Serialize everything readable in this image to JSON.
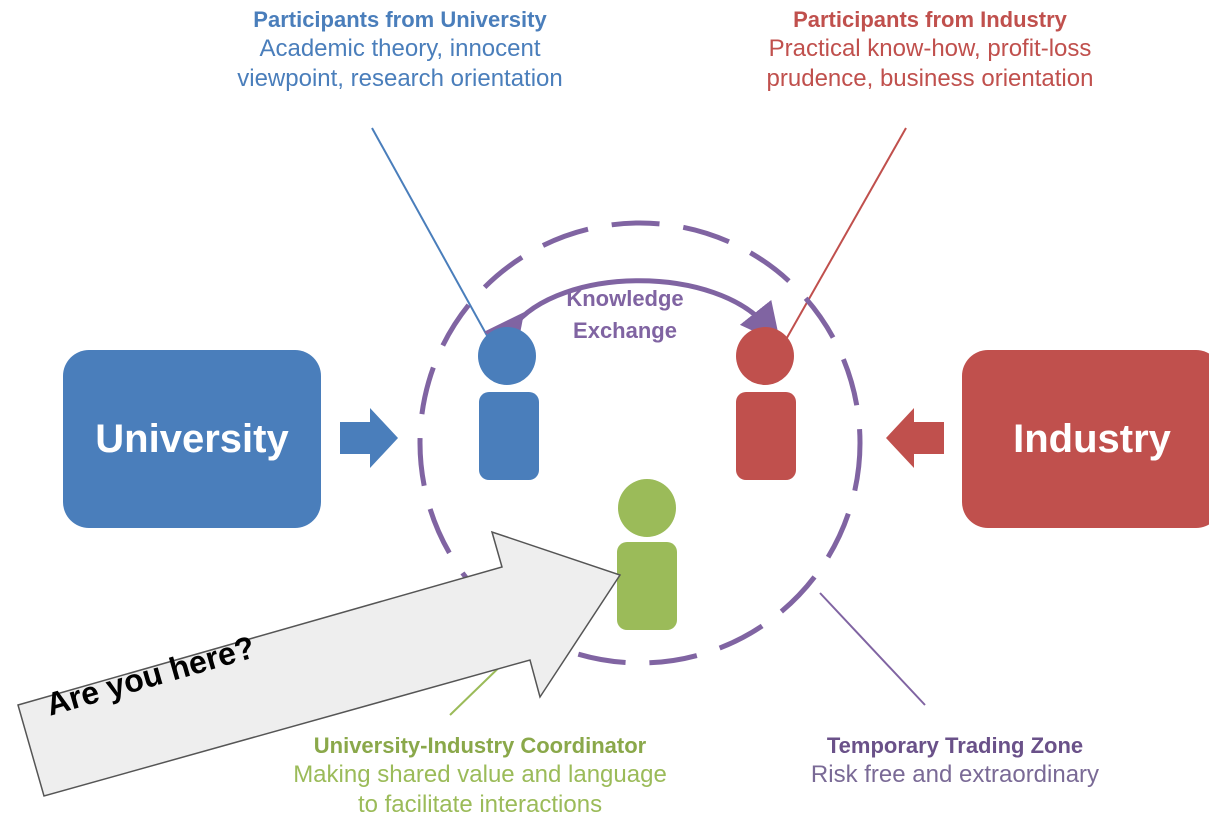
{
  "participants_university": {
    "title": "Participants from University",
    "line1": "Academic theory, innocent",
    "line2": "viewpoint, research orientation"
  },
  "participants_industry": {
    "title": "Participants from Industry",
    "line1": "Practical know-how, profit-loss",
    "line2": "prudence, business orientation"
  },
  "university_box": {
    "label": "University"
  },
  "industry_box": {
    "label": "Industry"
  },
  "knowledge_exchange": {
    "line1": "Knowledge",
    "line2": "Exchange"
  },
  "coordinator": {
    "title": "University-Industry Coordinator",
    "line1": "Making shared value and language",
    "line2": "to facilitate interactions"
  },
  "trading_zone": {
    "title": "Temporary Trading Zone",
    "line1": "Risk free and extraordinary"
  },
  "callout": {
    "text": "Are you here?"
  },
  "colors": {
    "university_blue": "#4a7ebb",
    "industry_red": "#c0504d",
    "coordinator_green": "#9bbb59",
    "zone_purple": "#8064a2",
    "callout_fill": "#eeeeee"
  },
  "icons": [
    "person-icon-university",
    "person-icon-industry",
    "person-icon-coordinator",
    "arrow-right-icon",
    "arrow-left-icon",
    "exchange-arrow-icon"
  ]
}
